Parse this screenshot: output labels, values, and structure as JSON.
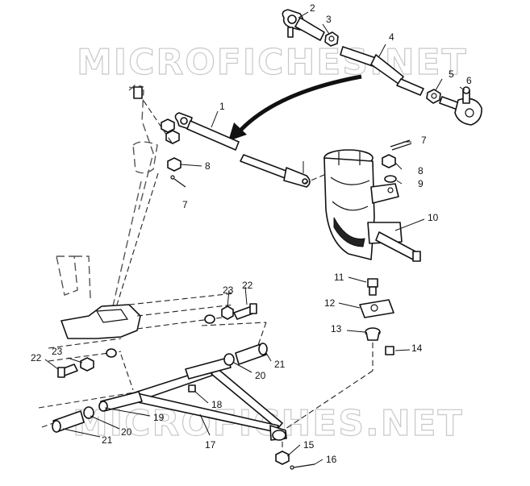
{
  "watermark": "MICROFICHES.NET",
  "callouts": {
    "c1": "1",
    "c2": "2",
    "c3": "3",
    "c4": "4",
    "c5": "5",
    "c6": "6",
    "c7a": "7",
    "c7b": "7",
    "c8a": "8",
    "c8b": "8",
    "c9": "9",
    "c10": "10",
    "c11": "11",
    "c12": "12",
    "c13": "13",
    "c14": "14",
    "c15": "15",
    "c16": "16",
    "c17": "17",
    "c18": "18",
    "c19": "19",
    "c20a": "20",
    "c20b": "20",
    "c21a": "21",
    "c21b": "21",
    "c22a": "22",
    "c22b": "22",
    "c23a": "23",
    "c23b": "23"
  }
}
